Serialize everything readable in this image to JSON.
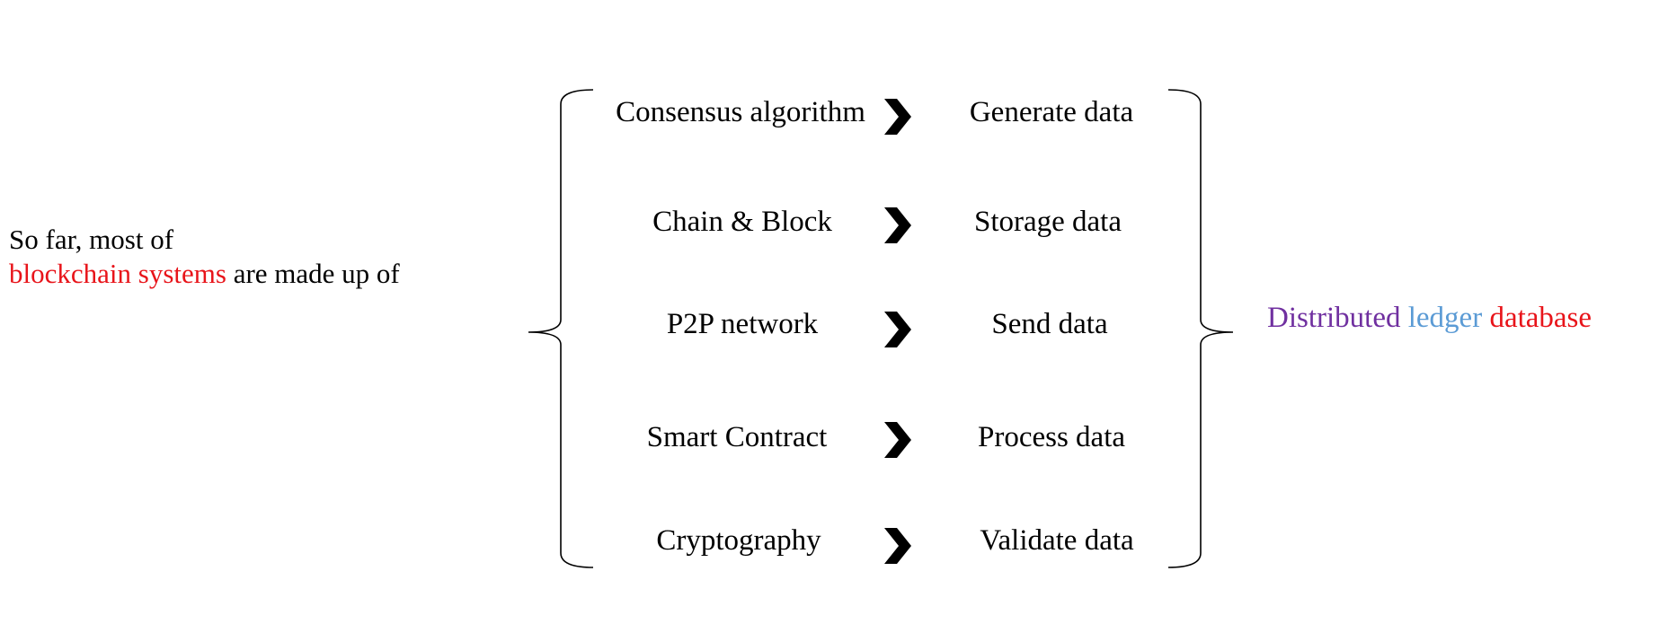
{
  "intro": {
    "line1": "So far, most of",
    "highlight": "blockchain systems",
    "rest": " are made up of"
  },
  "rows": [
    {
      "component": "Consensus algorithm",
      "function": "Generate data",
      "arrow_icon": "chevron-right-icon"
    },
    {
      "component": "Chain & Block",
      "function": "Storage data",
      "arrow_icon": "chevron-right-icon"
    },
    {
      "component": "P2P network",
      "function": "Send data",
      "arrow_icon": "chevron-right-icon"
    },
    {
      "component": "Smart Contract",
      "function": "Process data",
      "arrow_icon": "chevron-right-icon"
    },
    {
      "component": "Cryptography",
      "function": "Validate data",
      "arrow_icon": "chevron-right-icon"
    }
  ],
  "result": {
    "word1": "Distributed",
    "word2": "ledger",
    "word3": "database"
  },
  "colors": {
    "highlight": "#e8141a",
    "word1": "#7030a0",
    "word2": "#5b9bd5",
    "word3": "#e8141a"
  }
}
